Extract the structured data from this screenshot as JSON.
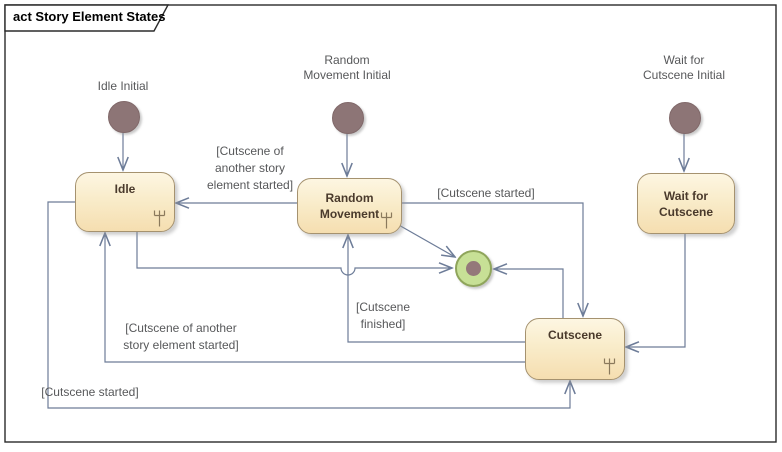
{
  "frame": {
    "title": "act Story Element States"
  },
  "nodes": {
    "initial": [
      {
        "name": "idle-initial",
        "label": "Idle Initial"
      },
      {
        "name": "random-movement-initial",
        "label": "Random\nMovement Initial"
      },
      {
        "name": "wait-for-cutscene-initial",
        "label": "Wait for\nCutscene Initial"
      }
    ],
    "states": [
      {
        "name": "idle",
        "label": "Idle"
      },
      {
        "name": "random-movement",
        "label": "Random\nMovement"
      },
      {
        "name": "wait-for-cutscene",
        "label": "Wait for\nCutscene"
      },
      {
        "name": "cutscene",
        "label": "Cutscene"
      }
    ],
    "final": {
      "name": "activity-final"
    }
  },
  "guards": {
    "rm_to_idle": "[Cutscene of\nanother story\nelement started]",
    "rm_to_cutscene": "[Cutscene started]",
    "cutscene_to_rm": "[Cutscene\nfinished]",
    "cutscene_to_idle": "[Cutscene of another\nstory element started]",
    "idle_to_cutscene": "[Cutscene started]"
  },
  "colors": {
    "state_fill_top": "#fdf6e2",
    "state_fill_bottom": "#f5deb0",
    "state_border": "#a5926f",
    "state_text": "#4a3a2c",
    "transition_line": "#6d7c98",
    "guard_text": "#57585a",
    "initial_node_fill": "#8d7576",
    "final_node_fill": "#c7e096",
    "final_node_border": "#8fa55b",
    "final_node_inner": "#94787a",
    "frame_border": "#2b2b2b"
  }
}
